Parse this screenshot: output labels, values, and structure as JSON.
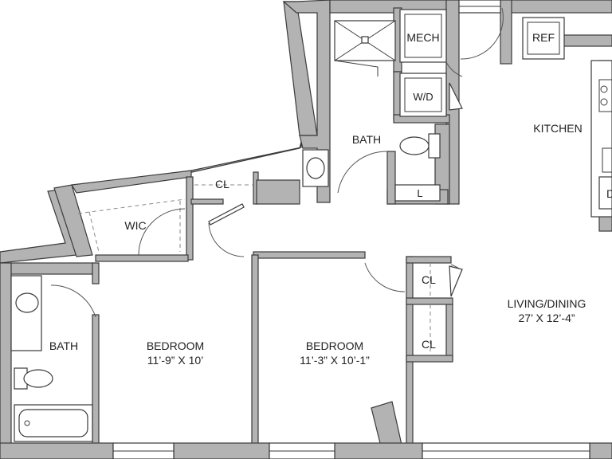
{
  "rooms": {
    "mech": "MECH",
    "ref": "REF",
    "wd": "W/D",
    "kitchen": "KITCHEN",
    "bath_top": "BATH",
    "cl_top": "CL",
    "linen": "L",
    "wic": "WIC",
    "bath_left": "BATH",
    "bedroom1_name": "BEDROOM",
    "bedroom1_dim": "11’-9” X 10’",
    "bedroom2_name": "BEDROOM",
    "bedroom2_dim": "11’-3” X 10’-1”",
    "cl_mid1": "CL",
    "cl_mid2": "CL",
    "living_name": "LIVING/DINING",
    "living_dim": "27’ X 12’-4”",
    "dw_partial": "D"
  },
  "colors": {
    "wall_fill": "#b3b3b3",
    "line": "#3a3a3a",
    "background": "#ffffff"
  }
}
